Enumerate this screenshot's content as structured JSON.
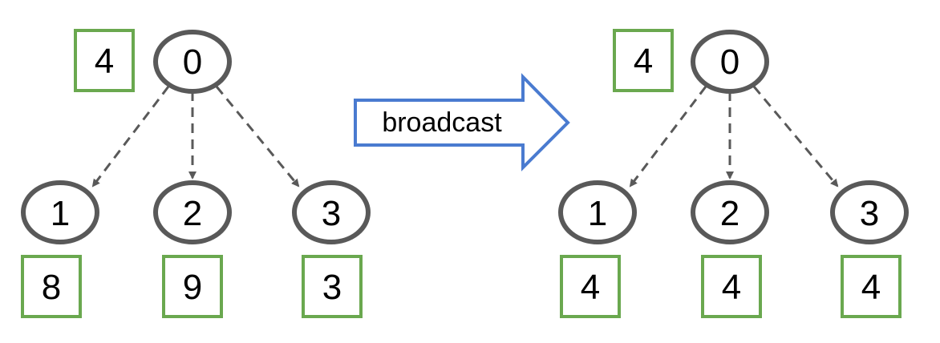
{
  "colors": {
    "node_stroke": "#595959",
    "box_stroke": "#6aa84f",
    "edge": "#595959",
    "arrow_stroke": "#4a7bd0"
  },
  "broadcast_label": "broadcast",
  "before": {
    "root": {
      "id": "0",
      "value": "4"
    },
    "children": [
      {
        "id": "1",
        "value": "8"
      },
      {
        "id": "2",
        "value": "9"
      },
      {
        "id": "3",
        "value": "3"
      }
    ]
  },
  "after": {
    "root": {
      "id": "0",
      "value": "4"
    },
    "children": [
      {
        "id": "1",
        "value": "4"
      },
      {
        "id": "2",
        "value": "4"
      },
      {
        "id": "3",
        "value": "4"
      }
    ]
  }
}
